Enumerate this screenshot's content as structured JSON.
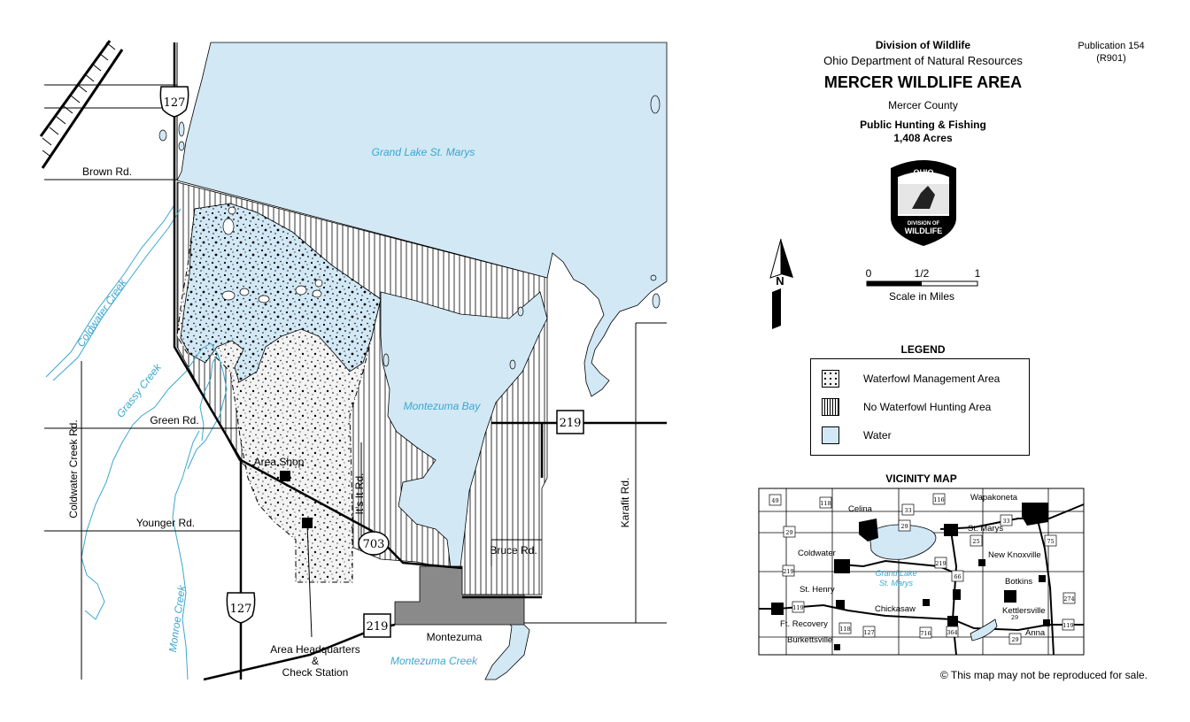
{
  "header": {
    "agency": "Division of Wildlife",
    "department": "Ohio Department of Natural Resources",
    "title": "MERCER WILDLIFE AREA",
    "county": "Mercer County",
    "use": "Public Hunting & Fishing",
    "acres": "1,408 Acres",
    "publication": "Publication 154",
    "publication_code": "(R901)"
  },
  "seal": {
    "top_text": "OHIO",
    "bottom_text_1": "DIVISION OF",
    "bottom_text_2": "WILDLIFE"
  },
  "north_arrow": {
    "label": "N"
  },
  "scale": {
    "ticks": [
      "0",
      "1/2",
      "1"
    ],
    "caption": "Scale in Miles"
  },
  "legend": {
    "title": "LEGEND",
    "items": [
      {
        "label": "Waterfowl Management Area",
        "pattern": "stipple"
      },
      {
        "label": "No Waterfowl Hunting Area",
        "pattern": "vertical-hatch"
      },
      {
        "label": "Water",
        "pattern": "fill",
        "color": "#d2e8f5"
      }
    ]
  },
  "vicinity_map": {
    "title": "VICINITY MAP",
    "places": [
      "Celina",
      "Wapakoneta",
      "St. Marys",
      "Coldwater",
      "New Knoxville",
      "St. Henry",
      "Botkins",
      "Chickasaw",
      "Kettlersville",
      "Ft. Recovery",
      "Burkettsville",
      "Anna"
    ],
    "water_label_1": "Grand Lake",
    "water_label_2": "St. Marys",
    "route_numbers": [
      "49",
      "118",
      "33",
      "116",
      "29",
      "33",
      "29",
      "25",
      "75",
      "29",
      "219",
      "66",
      "219",
      "274",
      "119",
      "127",
      "716",
      "364",
      "29",
      "119",
      "118"
    ]
  },
  "map_labels": {
    "roads": {
      "brown": "Brown Rd.",
      "green": "Green Rd.",
      "younger": "Younger Rd.",
      "coldwater_creek_rd": "Coldwater Creek Rd.",
      "its_it": "It's It Rd.",
      "bruce": "Bruce Rd.",
      "karafit": "Karafit Rd."
    },
    "water": {
      "lake": "Grand Lake St. Marys",
      "bay": "Montezuma Bay",
      "coldwater_creek": "Coldwater Creek",
      "grassy_creek": "Grassy Creek",
      "monroe_creek": "Monroe Creek",
      "montezuma_creek": "Montezuma Creek"
    },
    "places": {
      "area_shop": "Area Shop",
      "hq_1": "Area Headquarters",
      "hq_2": "&",
      "hq_3": "Check Station",
      "montezuma": "Montezuma"
    },
    "routes": {
      "us127_north": "127",
      "us127_south": "127",
      "sr219_east": "219",
      "sr219_south": "219",
      "sr703": "703"
    }
  },
  "colors": {
    "water": "#d2e8f5",
    "water_label": "#3aa7cf",
    "town": "#8a8a8a"
  },
  "footer": {
    "copyright": "© This map may not be reproduced for sale."
  }
}
